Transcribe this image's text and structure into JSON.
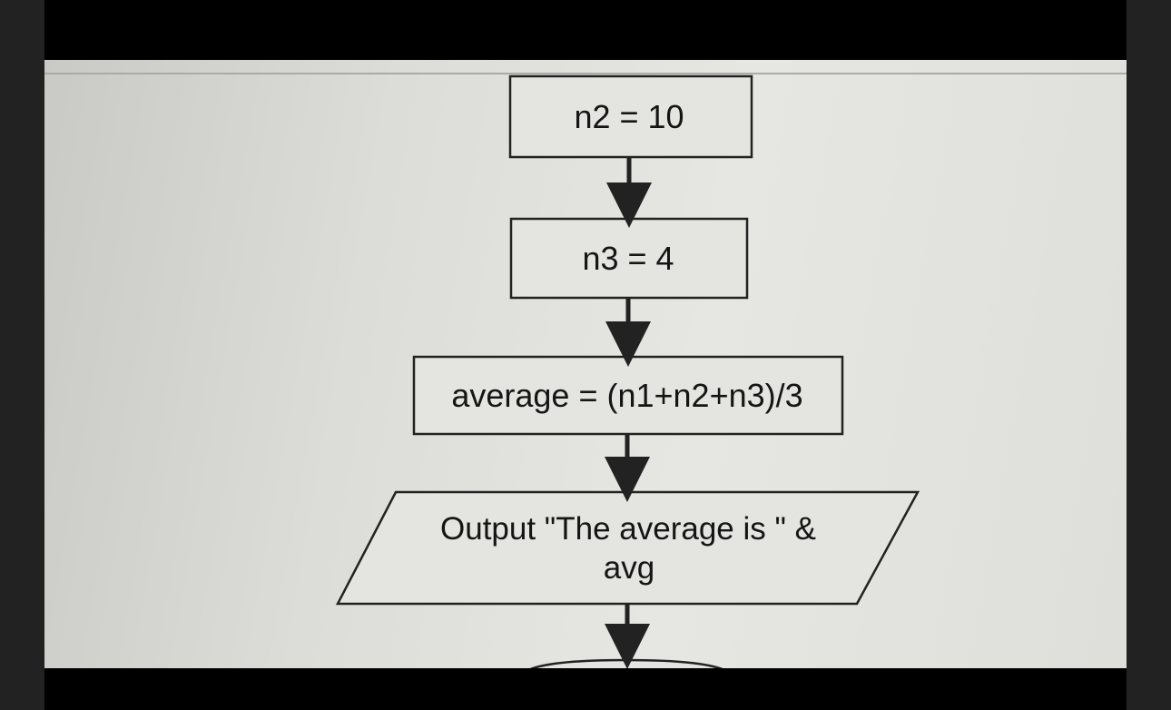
{
  "diagram": {
    "nodes": [
      {
        "id": "assign-n2",
        "shape": "process",
        "lines": [
          "n2 = 10"
        ]
      },
      {
        "id": "assign-n3",
        "shape": "process",
        "lines": [
          "n3 = 4"
        ]
      },
      {
        "id": "compute-average",
        "shape": "process",
        "lines": [
          "average = (n1+n2+n3)/3"
        ]
      },
      {
        "id": "output-average",
        "shape": "input-output",
        "lines": [
          "Output \"The average is \" &",
          "avg"
        ]
      },
      {
        "id": "terminator-partial",
        "shape": "terminator",
        "lines": []
      }
    ],
    "edges": [
      {
        "from": "assign-n2",
        "to": "assign-n3"
      },
      {
        "from": "assign-n3",
        "to": "compute-average"
      },
      {
        "from": "compute-average",
        "to": "output-average"
      },
      {
        "from": "output-average",
        "to": "terminator-partial"
      }
    ],
    "colors": {
      "stroke": "#222222",
      "fill": "#e4e4e0",
      "text": "#151515"
    }
  }
}
